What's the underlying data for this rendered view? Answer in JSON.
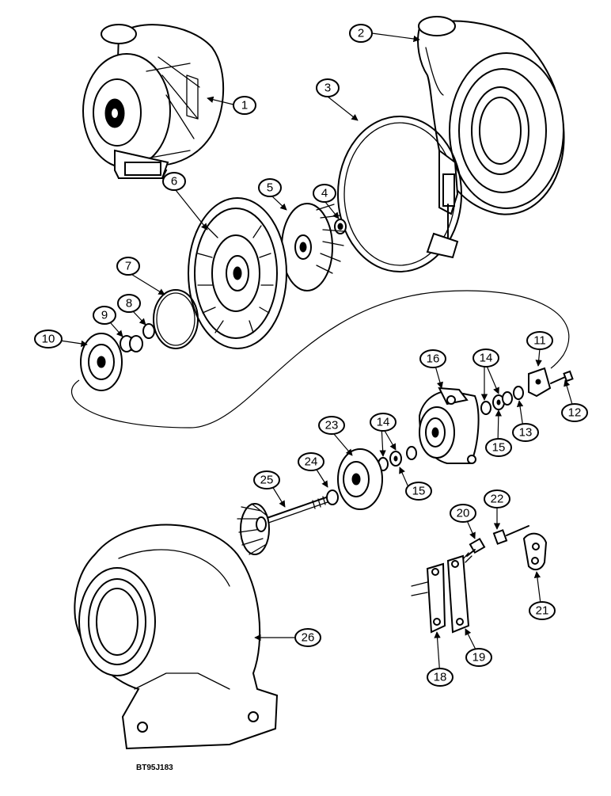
{
  "diagram": {
    "figure_code": "BT95J183",
    "callouts": [
      "1",
      "2",
      "3",
      "4",
      "5",
      "6",
      "7",
      "8",
      "9",
      "10",
      "11",
      "12",
      "13",
      "14",
      "15",
      "16",
      "18",
      "19",
      "20",
      "21",
      "22",
      "23",
      "24",
      "25",
      "26"
    ]
  }
}
